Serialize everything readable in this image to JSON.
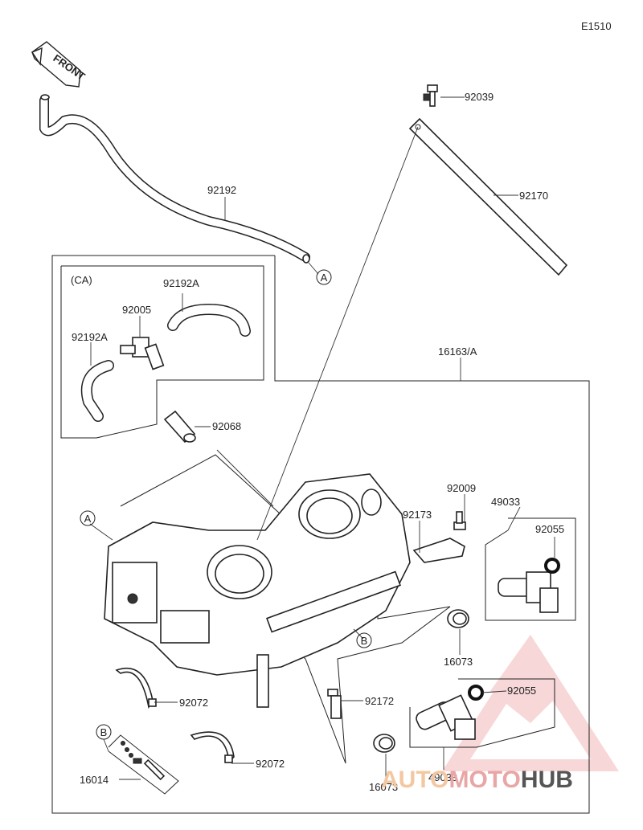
{
  "diagram_code": "E1510",
  "front_label": "FRONT",
  "ca_label": "(CA)",
  "callouts": {
    "a": "A",
    "b": "B"
  },
  "parts": [
    "92039",
    "92170",
    "92192",
    "92192A",
    "92192A",
    "92005",
    "92068",
    "16163/A",
    "92009",
    "92173",
    "49033",
    "92055",
    "16073",
    "92055",
    "92172",
    "92072",
    "92072",
    "16014",
    "16073",
    "49033"
  ],
  "watermark": {
    "part1": "AUTO",
    "part2": "MOTO",
    "part3": "HUB"
  }
}
